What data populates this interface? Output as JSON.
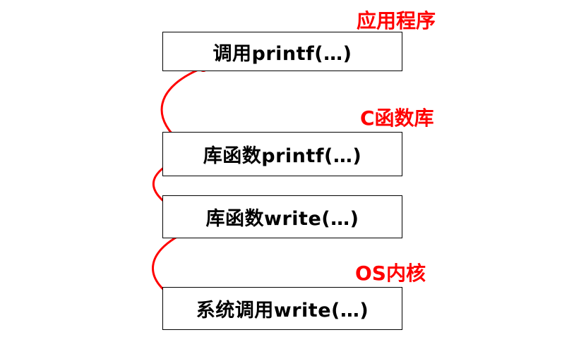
{
  "diagram": {
    "title": "printf call flow from application to OS kernel",
    "region_labels": [
      {
        "id": "application",
        "text": "应用程序"
      },
      {
        "id": "c-library",
        "text": "C函数库"
      },
      {
        "id": "os-kernel",
        "text": "OS内核"
      }
    ],
    "boxes": [
      {
        "id": "call-printf",
        "text": "调用printf(…)"
      },
      {
        "id": "lib-func-printf",
        "text": "库函数printf(…)"
      },
      {
        "id": "lib-func-write",
        "text": "库函数write(…)"
      },
      {
        "id": "syscall-write",
        "text": "系统调用write(…)"
      }
    ],
    "arrows": [
      {
        "from": "call-printf",
        "to": "lib-func-printf"
      },
      {
        "from": "lib-func-printf",
        "to": "lib-func-write"
      },
      {
        "from": "lib-func-write",
        "to": "syscall-write"
      }
    ],
    "colors": {
      "accent_red": "#ff0000",
      "box_border": "#000000",
      "background": "#ffffff"
    }
  }
}
